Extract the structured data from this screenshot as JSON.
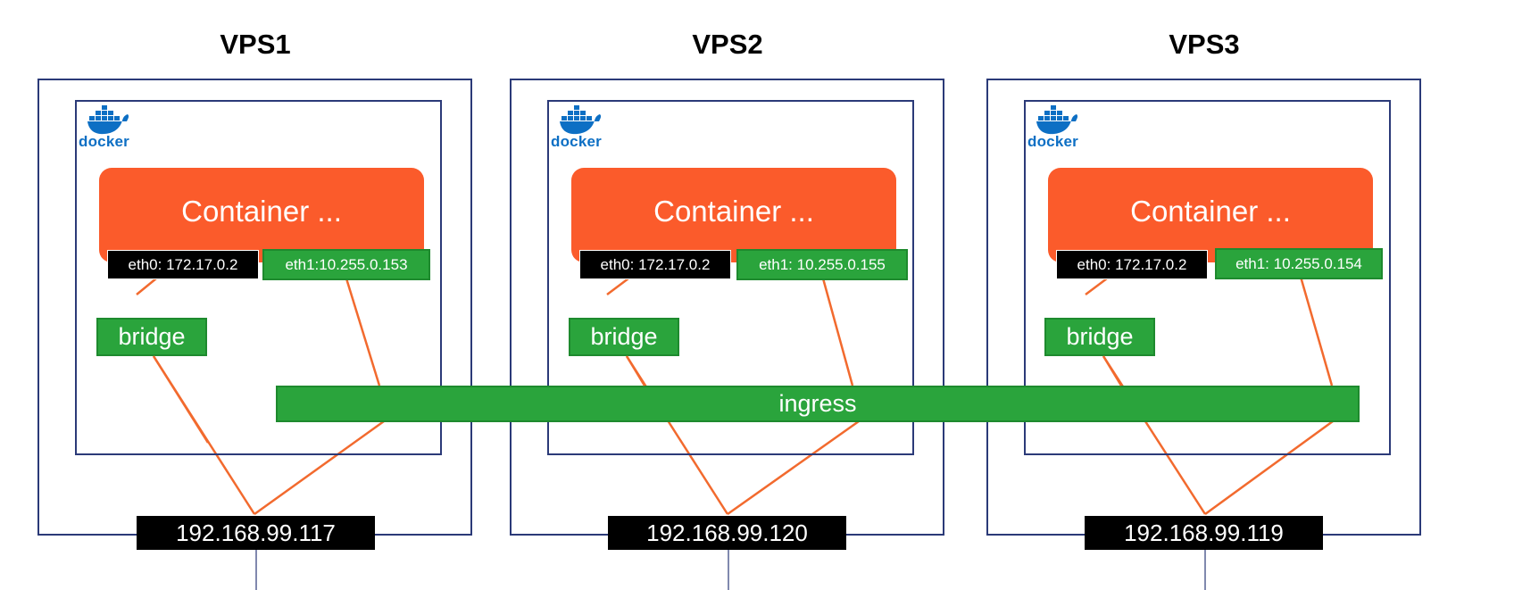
{
  "colors": {
    "box_border": "#2b3a78",
    "container": "#fb5b2b",
    "green": "#2aa43c",
    "link_line": "#f26a2e",
    "docker_blue": "#0d6fc4"
  },
  "icons": {
    "docker": "docker-whale-icon"
  },
  "vps": [
    {
      "title": "VPS1",
      "docker_label": "docker",
      "container_label": "Container ...",
      "eth0": "eth0: 172.17.0.2",
      "eth1": "eth1:10.255.0.153",
      "bridge": "bridge",
      "ip": "192.168.99.117"
    },
    {
      "title": "VPS2",
      "docker_label": "docker",
      "container_label": "Container ...",
      "eth0": "eth0: 172.17.0.2",
      "eth1": "eth1: 10.255.0.155",
      "bridge": "bridge",
      "ip": "192.168.99.120"
    },
    {
      "title": "VPS3",
      "docker_label": "docker",
      "container_label": "Container ...",
      "eth0": "eth0: 172.17.0.2",
      "eth1": "eth1: 10.255.0.154",
      "bridge": "bridge",
      "ip": "192.168.99.119"
    }
  ],
  "ingress_label": "ingress"
}
